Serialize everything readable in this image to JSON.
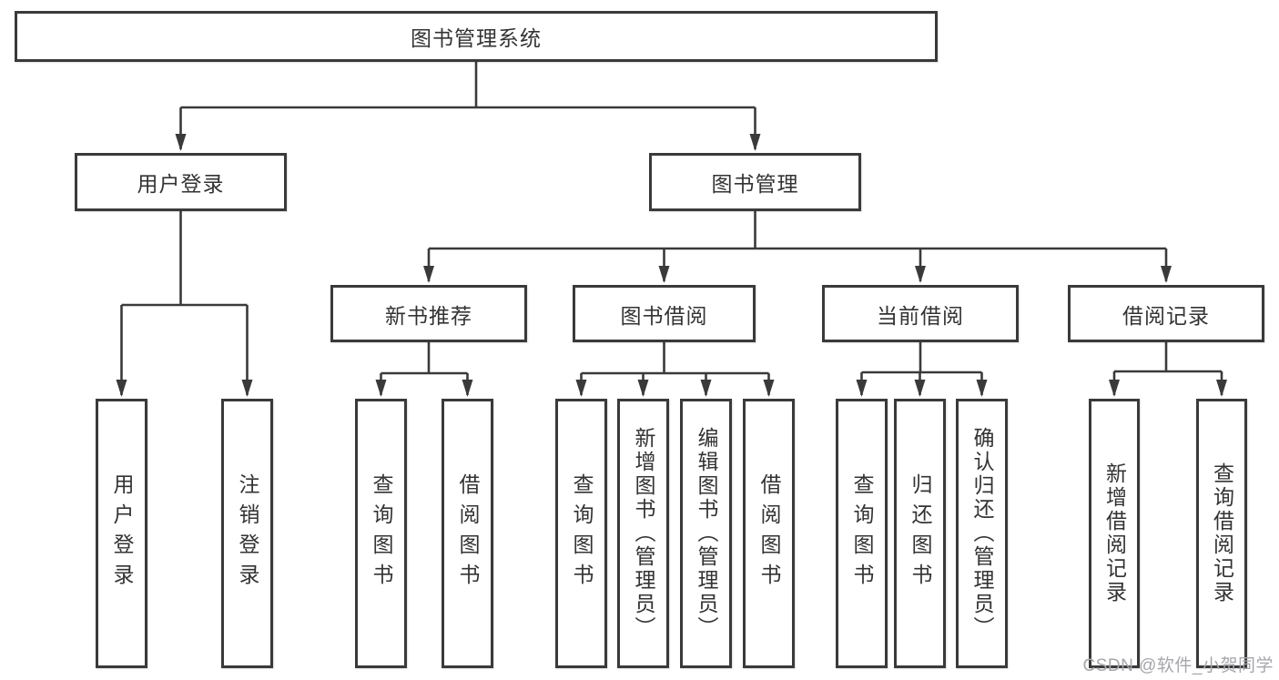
{
  "diagram_title": "图书管理系统",
  "nodes": {
    "root": {
      "label": "图书管理系统"
    },
    "user_login": {
      "label": "用户登录"
    },
    "book_mgmt": {
      "label": "图书管理"
    },
    "new_books": {
      "label": "新书推荐"
    },
    "borrowing": {
      "label": "图书借阅"
    },
    "current": {
      "label": "当前借阅"
    },
    "records": {
      "label": "借阅记录"
    },
    "leaf_login": {
      "label": "用户登录"
    },
    "leaf_logout": {
      "label": "注销登录"
    },
    "leaf_new_query": {
      "label": "查询图书"
    },
    "leaf_new_borrow": {
      "label": "借阅图书"
    },
    "leaf_bor_query": {
      "label": "查询图书"
    },
    "leaf_bor_add": {
      "label": "新增图书（管理员）"
    },
    "leaf_bor_edit": {
      "label": "编辑图书（管理员）"
    },
    "leaf_bor_borrow": {
      "label": "借阅图书"
    },
    "leaf_cur_query": {
      "label": "查询图书"
    },
    "leaf_cur_return": {
      "label": "归还图书"
    },
    "leaf_cur_confirm": {
      "label": "确认归还（管理员）"
    },
    "leaf_rec_add": {
      "label": "新增借阅记录"
    },
    "leaf_rec_query": {
      "label": "查询借阅记录"
    }
  },
  "watermark": {
    "text": "CSDN @软件_小贺同学"
  },
  "colors": {
    "line": "#3a3a3a",
    "box_border": "#3a3a3a",
    "box_fill": "#ffffff",
    "text": "#333333",
    "watermark": "#a6a6ab",
    "background": "#ffffff"
  }
}
